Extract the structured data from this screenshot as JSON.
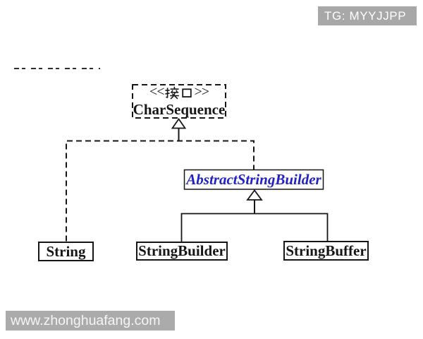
{
  "page": {
    "background": "#ffffff",
    "description": "UML class inheritance diagram of Java string classes"
  },
  "colors": {
    "ink": "#161616",
    "accent_blue": "#2222c4",
    "badge_bg": "#a8a8a8",
    "badge_fg": "#ffffff",
    "bar_bg": "#ababab",
    "bar_fg": "#f5f5f5"
  },
  "watermark_badge": {
    "text": "TG: MYYJJPP"
  },
  "site_bar": {
    "text": "www.zhonghuafang.com"
  },
  "clipped_text": {
    "note": "bottom sliver of a cropped text line, unreadable"
  },
  "diagram": {
    "type": "uml-class-diagram",
    "nodes": {
      "charsequence": {
        "stereotype": "<<接口>>",
        "stereotype_open": "<<",
        "stereotype_cjk": "接口",
        "stereotype_close": ">>",
        "name": "CharSequence",
        "border": "dashed"
      },
      "abstractstringbuilder": {
        "name": "AbstractStringBuilder",
        "border": "solid",
        "style": "bold-italic-blue"
      },
      "string": {
        "name": "String",
        "border": "solid"
      },
      "stringbuilder": {
        "name": "StringBuilder",
        "border": "solid"
      },
      "stringbuffer": {
        "name": "StringBuffer",
        "border": "solid"
      }
    },
    "edges": [
      {
        "from": "String",
        "to": "CharSequence",
        "type": "realization",
        "line": "dashed",
        "arrow": "hollow-triangle"
      },
      {
        "from": "AbstractStringBuilder",
        "to": "CharSequence",
        "type": "realization",
        "line": "dashed",
        "arrow": "hollow-triangle"
      },
      {
        "from": "StringBuilder",
        "to": "AbstractStringBuilder",
        "type": "generalization",
        "line": "solid",
        "arrow": "hollow-triangle"
      },
      {
        "from": "StringBuffer",
        "to": "AbstractStringBuilder",
        "type": "generalization",
        "line": "solid",
        "arrow": "hollow-triangle"
      }
    ]
  }
}
